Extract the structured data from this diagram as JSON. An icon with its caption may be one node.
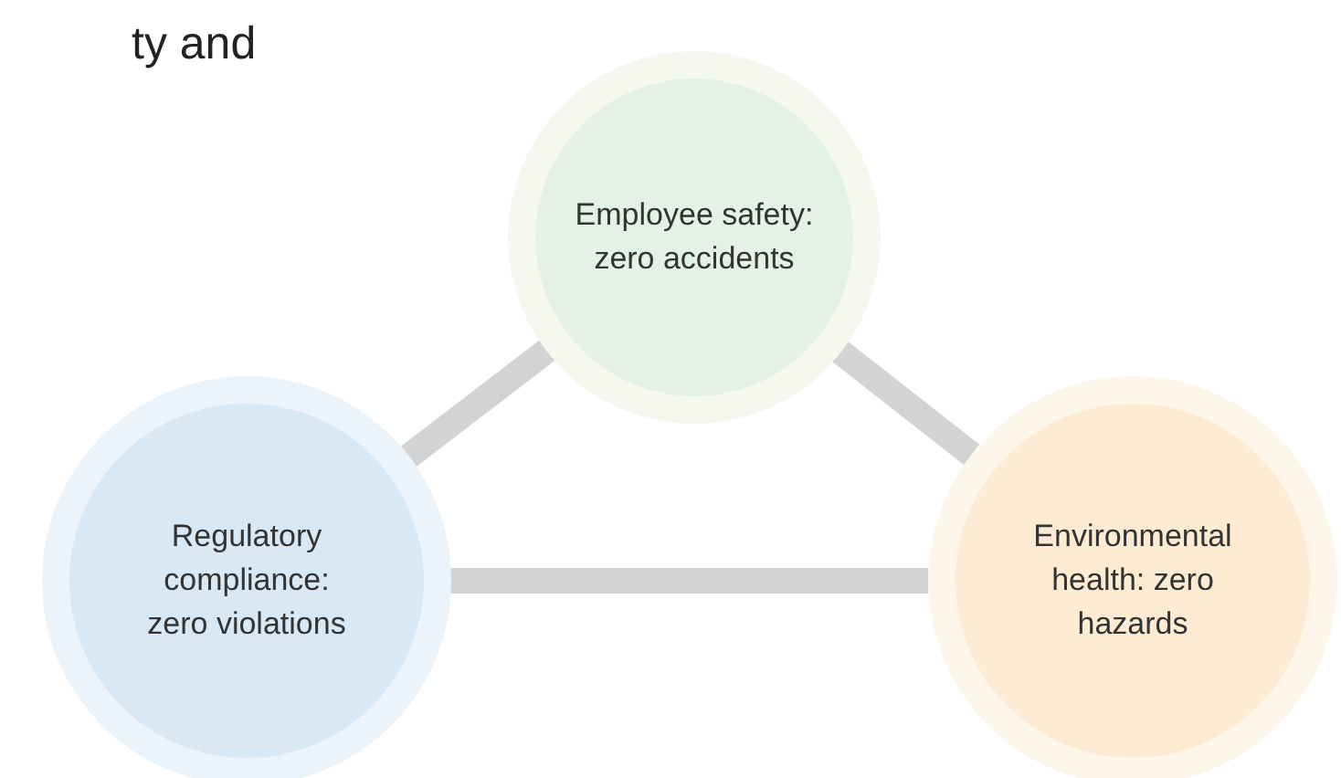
{
  "diagram": {
    "title": "ty and",
    "nodes": [
      {
        "text": [
          "Employee safety: zero accidents"
        ]
      },
      {
        "text": [
          "Regulatory compliance: zero violations"
        ]
      },
      {
        "text": [
          "Environmental health: zero hazards"
        ]
      }
    ],
    "edges": [
      {
        "from": 0,
        "to": 1,
        "arrow": "none"
      },
      {
        "from": 0,
        "to": 2,
        "arrow": "none"
      },
      {
        "from": 1,
        "to": 2,
        "arrow": "none"
      }
    ]
  }
}
